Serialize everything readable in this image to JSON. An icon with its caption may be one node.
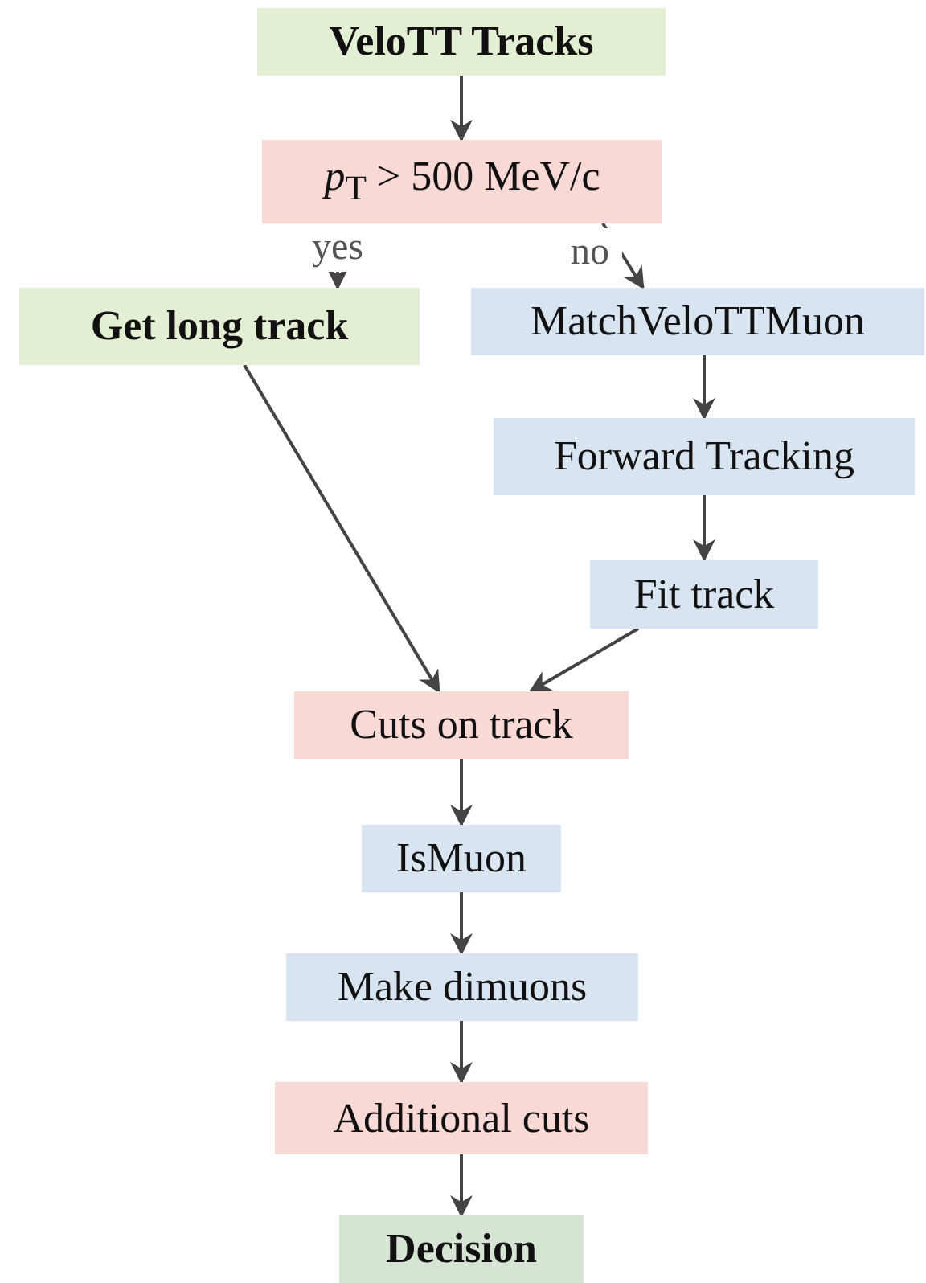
{
  "diagram": {
    "nodes": [
      {
        "text": [
          "VeloTT Tracks"
        ]
      },
      {
        "text": [
          "*p*$_{T}$ > 500 MeV/c"
        ]
      },
      {
        "text": [
          "Get long track"
        ]
      },
      {
        "text": [
          "MatchVeloTTMuon"
        ]
      },
      {
        "text": [
          "Forward Tracking"
        ]
      },
      {
        "text": [
          "Fit track"
        ]
      },
      {
        "text": [
          "Cuts on track"
        ]
      },
      {
        "text": [
          "IsMuon"
        ]
      },
      {
        "text": [
          "Make dimuons"
        ]
      },
      {
        "text": [
          "Additional cuts"
        ]
      },
      {
        "text": [
          "Decision"
        ]
      }
    ],
    "edges": [
      {
        "from": 0,
        "to": 1,
        "arrow": "to"
      },
      {
        "from": 1,
        "to": 2,
        "arrow": "to",
        "label": "yes"
      },
      {
        "from": 1,
        "to": 3,
        "arrow": "to",
        "label": "no"
      },
      {
        "from": 3,
        "to": 4,
        "arrow": "to"
      },
      {
        "from": 4,
        "to": 5,
        "arrow": "to"
      },
      {
        "from": 2,
        "to": 6,
        "arrow": "to"
      },
      {
        "from": 5,
        "to": 6,
        "arrow": "to"
      },
      {
        "from": 6,
        "to": 7,
        "arrow": "to"
      },
      {
        "from": 7,
        "to": 8,
        "arrow": "to"
      },
      {
        "from": 8,
        "to": 9,
        "arrow": "to"
      },
      {
        "from": 9,
        "to": 10,
        "arrow": "to"
      }
    ]
  }
}
